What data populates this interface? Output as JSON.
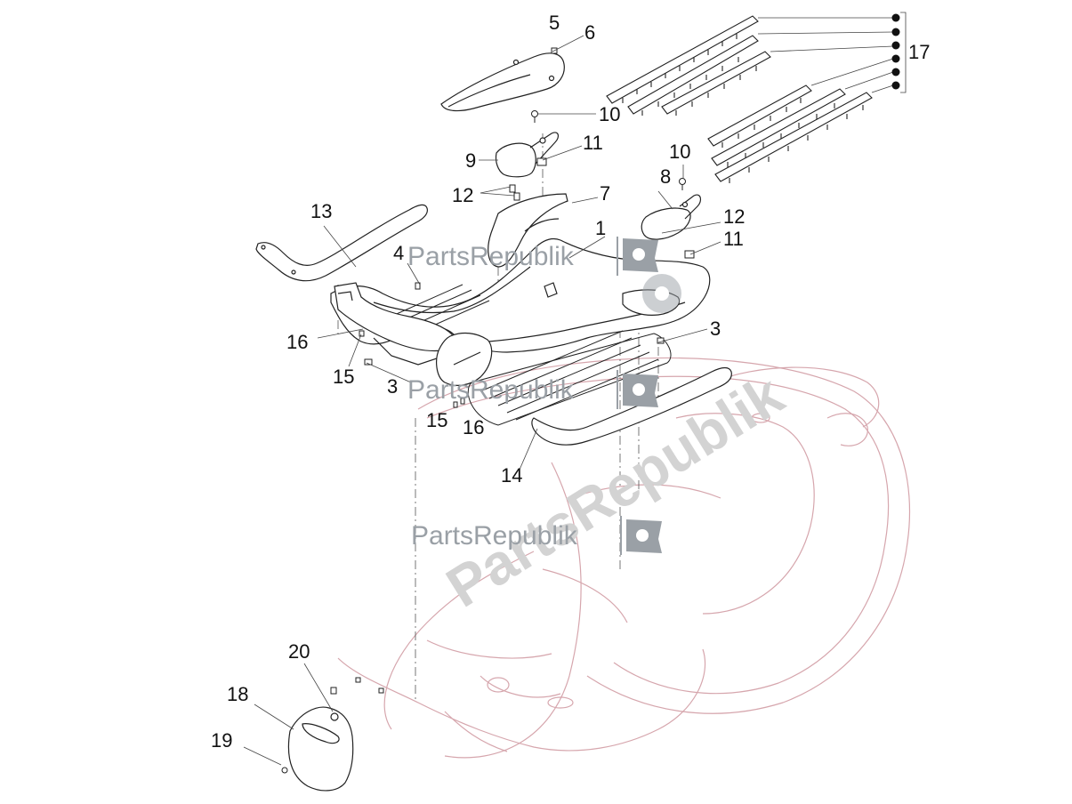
{
  "callouts": {
    "c1": "1",
    "c3a": "3",
    "c3b": "3",
    "c4": "4",
    "c5": "5",
    "c6": "6",
    "c7": "7",
    "c8": "8",
    "c9": "9",
    "c10a": "10",
    "c10b": "10",
    "c11a": "11",
    "c11b": "11",
    "c12a": "12",
    "c12b": "12",
    "c13": "13",
    "c14": "14",
    "c15a": "15",
    "c15b": "15",
    "c16a": "16",
    "c16b": "16",
    "c17": "17",
    "c18": "18",
    "c19": "19",
    "c20": "20"
  },
  "watermark": {
    "brand": "PartsRepublik",
    "diagonal": "PartsRepublik"
  },
  "colors": {
    "line": "#222222",
    "ghost": "#cfa0a8",
    "watermark": "#9aa0a6"
  }
}
